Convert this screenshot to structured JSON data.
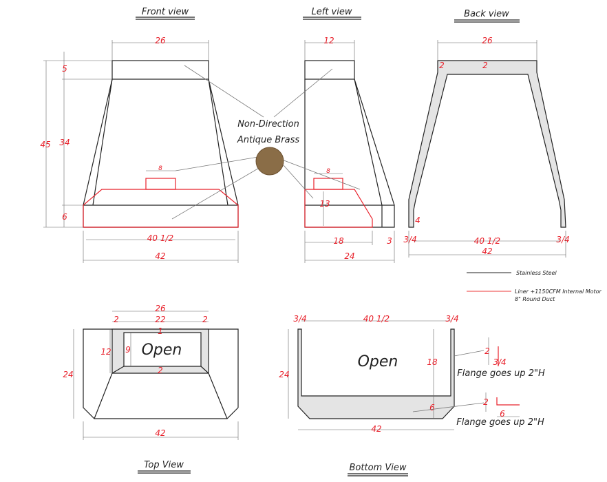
{
  "views": {
    "front": "Front view",
    "left": "Left view",
    "back": "Back view",
    "top": "Top View",
    "bottom": "Bottom View"
  },
  "material": {
    "line1": "Non-Direction",
    "line2": "Antique Brass",
    "swatch_color": "#8a6d47"
  },
  "legend": {
    "steel": "Stainless Steel",
    "liner_line1": "Liner +1150CFM Internal Motor",
    "liner_line2": "8\" Round Duct",
    "steel_color": "#222222",
    "liner_color": "#e8202a"
  },
  "front_dims": {
    "top_width": "26",
    "overall_height": "45",
    "top_band": "5",
    "body": "34",
    "bottom_band": "6",
    "liner_width": "40 1/2",
    "overall_width": "42",
    "duct": "8"
  },
  "left_dims": {
    "top_depth": "12",
    "duct": "8",
    "liner_height": "13",
    "liner_depth": "18",
    "front_gap": "3",
    "overall_depth": "24"
  },
  "back_dims": {
    "top_width": "26",
    "wall": "2",
    "top_wall": "2",
    "flange": "4",
    "left_frac": "3/4",
    "inner_width": "40 1/2",
    "right_frac": "3/4",
    "overall_width": "42"
  },
  "top_dims": {
    "outer_top": "26",
    "left_wall": "2",
    "opening_width": "22",
    "right_wall": "2",
    "top_wall": "1",
    "depth_outer": "12",
    "opening_depth": "9",
    "bottom_wall": "2",
    "overall_depth": "24",
    "overall_width": "42",
    "opening_label": "Open"
  },
  "bottom_dims": {
    "left_frac": "3/4",
    "inner_width": "40 1/2",
    "right_frac": "3/4",
    "overall_depth": "24",
    "opening_depth": "18",
    "shelf": "6",
    "overall_width": "42",
    "opening_label": "Open"
  },
  "flange_details": [
    {
      "height": "2",
      "thickness": "3/4",
      "note": "Flange goes up 2\"H"
    },
    {
      "height": "2",
      "width": "6",
      "note": "Flange goes up 2\"H"
    }
  ]
}
